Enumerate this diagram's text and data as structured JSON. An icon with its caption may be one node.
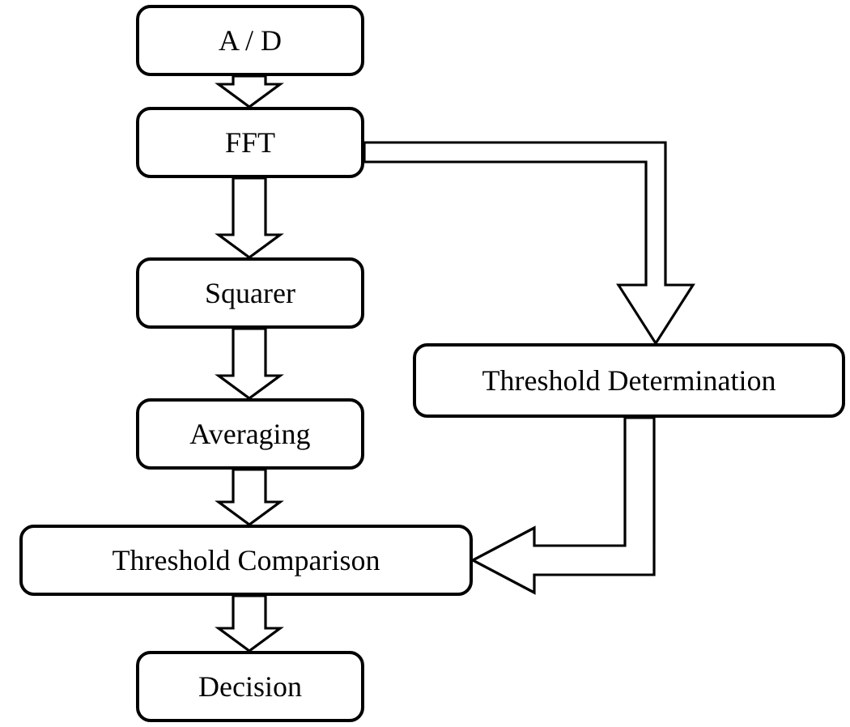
{
  "diagram": {
    "nodes": [
      {
        "text": [
          "A / D"
        ]
      },
      {
        "text": [
          "FFT"
        ]
      },
      {
        "text": [
          "Squarer"
        ]
      },
      {
        "text": [
          "Threshold Determination"
        ]
      },
      {
        "text": [
          "Averaging"
        ]
      },
      {
        "text": [
          "Threshold Comparison"
        ]
      },
      {
        "text": [
          "Decision"
        ]
      }
    ],
    "edges": [
      {
        "from": 0,
        "to": 1,
        "arrow": "to"
      },
      {
        "from": 1,
        "to": 2,
        "arrow": "to"
      },
      {
        "from": 2,
        "to": 4,
        "arrow": "to"
      },
      {
        "from": 4,
        "to": 5,
        "arrow": "to"
      },
      {
        "from": 5,
        "to": 6,
        "arrow": "to"
      },
      {
        "from": 1,
        "to": 3,
        "arrow": "to"
      },
      {
        "from": 3,
        "to": 5,
        "arrow": "to"
      }
    ]
  }
}
